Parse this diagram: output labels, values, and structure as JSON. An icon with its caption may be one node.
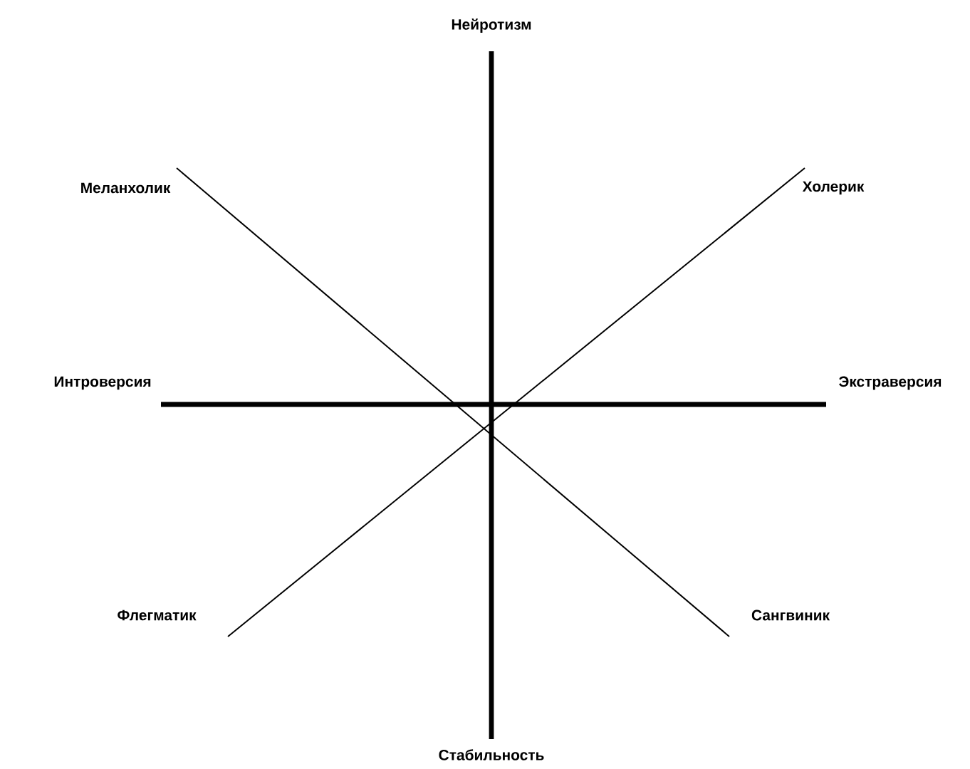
{
  "diagram": {
    "nodes": [
      {
        "text": [
          "Нейротизм"
        ]
      },
      {
        "text": [
          "Меланхолик"
        ]
      },
      {
        "text": [
          "Холерик"
        ]
      },
      {
        "text": [
          "Интроверсия"
        ]
      },
      {
        "text": [
          "Экстраверсия"
        ]
      },
      {
        "text": [
          "Флегматик"
        ]
      },
      {
        "text": [
          "Сангвиник"
        ]
      },
      {
        "text": [
          "Стабильность"
        ]
      }
    ],
    "edges": [
      {
        "from": 0,
        "to": 7,
        "arrow": "none",
        "style": "thick"
      },
      {
        "from": 3,
        "to": 4,
        "arrow": "none",
        "style": "thick"
      },
      {
        "from": 1,
        "to": 6,
        "arrow": "none"
      },
      {
        "from": 2,
        "to": 5,
        "arrow": "none"
      }
    ]
  }
}
